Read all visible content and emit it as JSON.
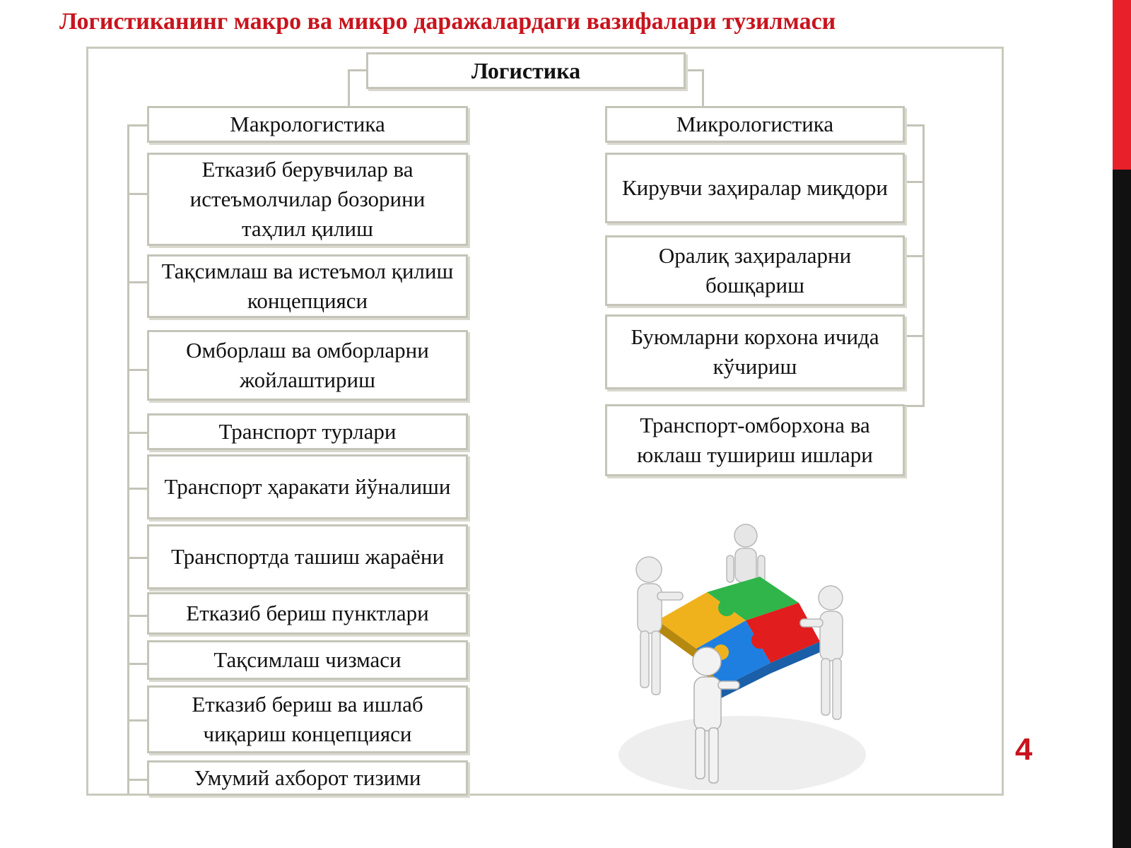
{
  "slide": {
    "title": "Логистиканинг макро ва микро даражалардаги вазифалари тузилмаси",
    "page_number": "4"
  },
  "diagram": {
    "root": "Логистика",
    "macro": {
      "label": "Макрологистика",
      "items": [
        "Етказиб берувчилар ва истеъмолчилар бозорини таҳлил қилиш",
        "Тақсимлаш ва истеъмол қилиш концепцияси",
        "Омборлаш ва омборларни жойлаштириш",
        "Транспорт турлари",
        "Транспорт ҳаракати йўналиши",
        "Транспортда ташиш жараёни",
        "Етказиб бериш пунктлари",
        "Тақсимлаш чизмаси",
        "Етказиб бериш ва ишлаб чиқариш концепцияси",
        "Умумий ахборот тизими"
      ]
    },
    "micro": {
      "label": "Микрологистика",
      "items": [
        "Кирувчи заҳиралар миқдори",
        "Оралиқ заҳираларни бошқариш",
        "Буюмларни корхона ичида кўчириш",
        "Транспорт-омборхона ва юклаш тушириш ишлари"
      ]
    }
  },
  "colors": {
    "title": "#c8141e",
    "box_border": "#c4c4b8",
    "accent_bar_top": "#e8202a",
    "accent_bar_bottom": "#111111",
    "puzzle": [
      "#f0b21c",
      "#2fb54a",
      "#e11d1d",
      "#1f7fe0"
    ]
  },
  "illustration": {
    "icon": "team-puzzle-illustration"
  }
}
